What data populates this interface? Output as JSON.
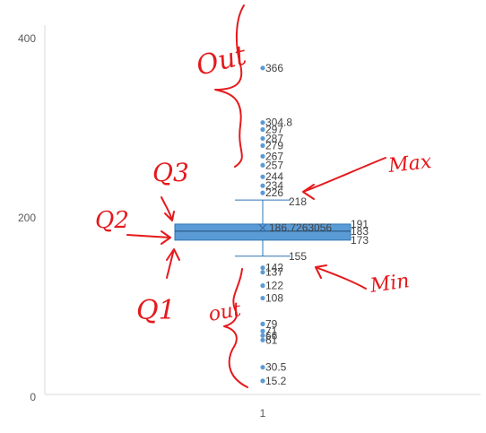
{
  "chart_data": {
    "type": "box",
    "categories": [
      "1"
    ],
    "ylim": [
      0,
      400
    ],
    "y_ticks": [
      0,
      200,
      400
    ],
    "grid": false,
    "box": {
      "q1": 173,
      "median": 183,
      "q3": 191,
      "mean": 186.7263056,
      "whisker_low": 155,
      "whisker_high": 218
    },
    "box_labels": [
      "191",
      "183",
      "173"
    ],
    "mean_label": "186.7263056",
    "whisker_low_label": "155",
    "whisker_high_label": "218",
    "outliers": [
      {
        "value": 366,
        "label": "366"
      },
      {
        "value": 304.8,
        "label": "304.8"
      },
      {
        "value": 297,
        "label": "297"
      },
      {
        "value": 287,
        "label": "287"
      },
      {
        "value": 279,
        "label": "279"
      },
      {
        "value": 267,
        "label": "267"
      },
      {
        "value": 257,
        "label": "257"
      },
      {
        "value": 244,
        "label": "244"
      },
      {
        "value": 234,
        "label": "234"
      },
      {
        "value": 226,
        "label": "226"
      },
      {
        "value": 142,
        "label": "142"
      },
      {
        "value": 137,
        "label": "137"
      },
      {
        "value": 122,
        "label": "122"
      },
      {
        "value": 108,
        "label": "108"
      },
      {
        "value": 79,
        "label": "79"
      },
      {
        "value": 71,
        "label": "71"
      },
      {
        "value": 66,
        "label": "66"
      },
      {
        "value": 61,
        "label": "61"
      },
      {
        "value": 30.5,
        "label": "30.5"
      },
      {
        "value": 15.2,
        "label": "15.2"
      }
    ],
    "colors": {
      "box": "#5b9bd5",
      "box_edge": "#2e75b6",
      "point": "#5b9bd5",
      "annotation": "#e5191c"
    }
  },
  "annotations": {
    "out_top": "Out",
    "q3": "Q3",
    "q2": "Q2",
    "q1": "Q1",
    "out_bottom": "out",
    "max": "Max",
    "min": "Min"
  }
}
